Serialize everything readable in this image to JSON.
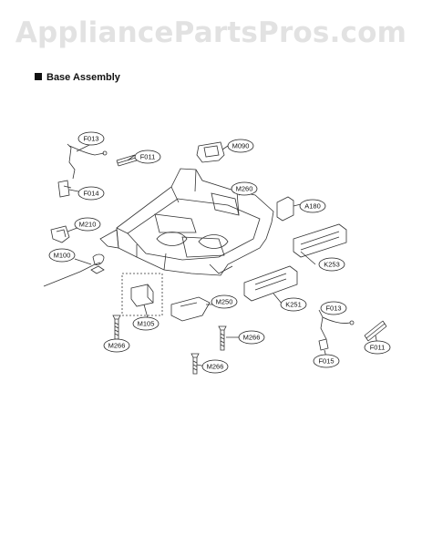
{
  "watermark": "AppliancePartsPros.com",
  "section_title": "Base Assembly",
  "callouts": [
    {
      "id": "c1",
      "label": "F013"
    },
    {
      "id": "c2",
      "label": "F011"
    },
    {
      "id": "c3",
      "label": "M090"
    },
    {
      "id": "c4",
      "label": "F014"
    },
    {
      "id": "c5",
      "label": "M260"
    },
    {
      "id": "c6",
      "label": "A180"
    },
    {
      "id": "c7",
      "label": "M210"
    },
    {
      "id": "c8",
      "label": "M100"
    },
    {
      "id": "c9",
      "label": "K253"
    },
    {
      "id": "c10",
      "label": "M250"
    },
    {
      "id": "c11",
      "label": "K251"
    },
    {
      "id": "c12",
      "label": "F013"
    },
    {
      "id": "c13",
      "label": "M105"
    },
    {
      "id": "c14",
      "label": "M266"
    },
    {
      "id": "c15",
      "label": "M266"
    },
    {
      "id": "c16",
      "label": "F011"
    },
    {
      "id": "c17",
      "label": "F015"
    },
    {
      "id": "c18",
      "label": "M266"
    }
  ]
}
